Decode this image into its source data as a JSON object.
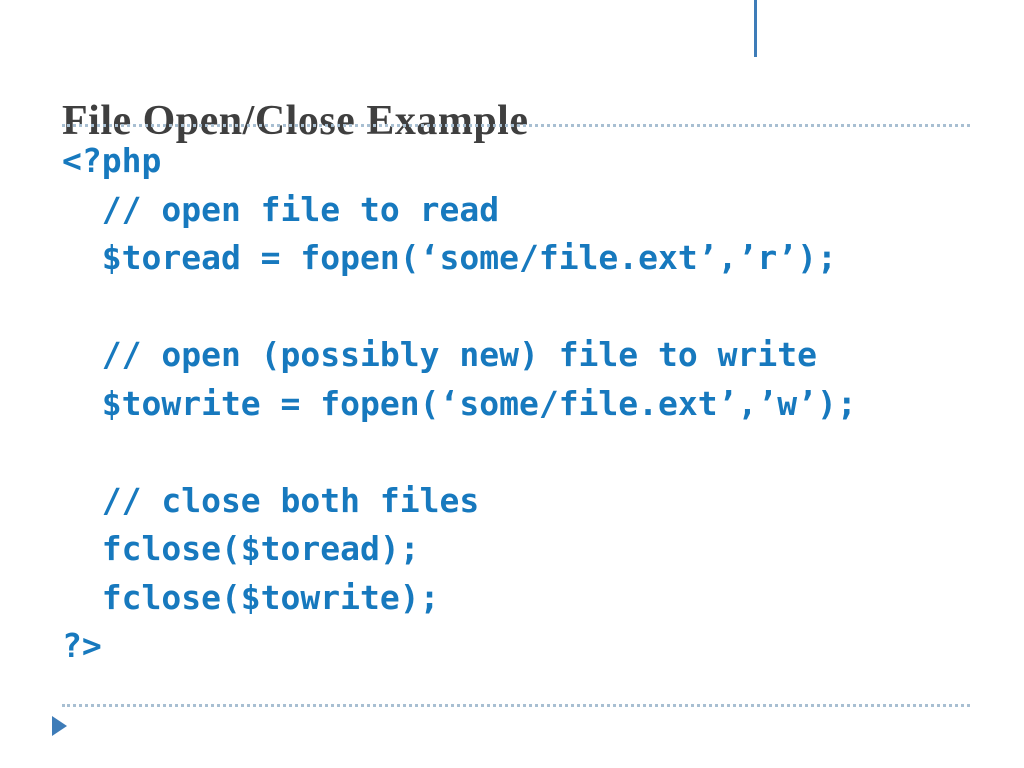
{
  "slide": {
    "title": "File Open/Close Example",
    "code": {
      "language": "php",
      "lines": [
        "<?php",
        "  // open file to read",
        "  $toread = fopen(‘some/file.ext’,’r’);",
        "",
        "  // open (possibly new) file to write",
        "  $towrite = fopen(‘some/file.ext’,’w’);",
        "",
        "  // close both files",
        "  fclose($toread);",
        "  fclose($towrite);",
        "?>"
      ]
    },
    "colors": {
      "code_text": "#1779BE",
      "title_text": "#3F3F3F",
      "dotted_rule": "#A8BFD2",
      "accent_bar": "#3E7CB8",
      "nav_arrow": "#3E7CB8"
    }
  }
}
